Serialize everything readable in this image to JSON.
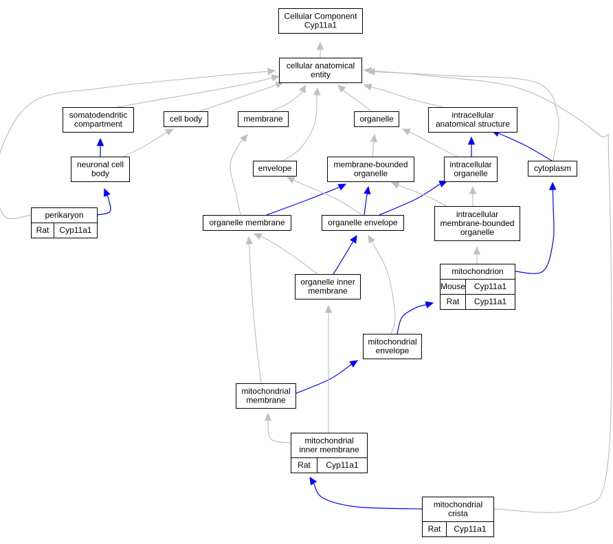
{
  "colors": {
    "is_a_edge": "#c0c0c0",
    "part_of_edge": "#0000ff",
    "rat_annotation": "#ffd700",
    "mouse_annotation": "#add8e6",
    "node_border": "#000000",
    "node_fill": "#ffffff"
  },
  "nodes": [
    {
      "id": "root",
      "lines": [
        "Cellular Component",
        "Cyp11a1"
      ]
    },
    {
      "id": "cae",
      "lines": [
        "cellular anatomical",
        "entity"
      ]
    },
    {
      "id": "somato",
      "lines": [
        "somatodendritic",
        "compartment"
      ]
    },
    {
      "id": "cellbody",
      "lines": [
        "cell body"
      ]
    },
    {
      "id": "membrane",
      "lines": [
        "membrane"
      ]
    },
    {
      "id": "organelle",
      "lines": [
        "organelle"
      ]
    },
    {
      "id": "ias",
      "lines": [
        "intracellular",
        "anatomical structure"
      ]
    },
    {
      "id": "ncb",
      "lines": [
        "neuronal cell",
        "body"
      ]
    },
    {
      "id": "envelope",
      "lines": [
        "envelope"
      ]
    },
    {
      "id": "mbo",
      "lines": [
        "membrane-bounded",
        "organelle"
      ]
    },
    {
      "id": "io",
      "lines": [
        "intracellular",
        "organelle"
      ]
    },
    {
      "id": "cytoplasm",
      "lines": [
        "cytoplasm"
      ]
    },
    {
      "id": "perikaryon",
      "lines": [
        "perikaryon"
      ],
      "annotations": [
        {
          "species": "Rat",
          "gene": "Cyp11a1"
        }
      ]
    },
    {
      "id": "om",
      "lines": [
        "organelle membrane"
      ]
    },
    {
      "id": "oe",
      "lines": [
        "organelle envelope"
      ]
    },
    {
      "id": "imbo",
      "lines": [
        "intracellular",
        "membrane-bounded",
        "organelle"
      ]
    },
    {
      "id": "mito",
      "lines": [
        "mitochondrion"
      ],
      "annotations": [
        {
          "species": "Mouse",
          "gene": "Cyp11a1"
        },
        {
          "species": "Rat",
          "gene": "Cyp11a1"
        }
      ]
    },
    {
      "id": "oim",
      "lines": [
        "organelle inner",
        "membrane"
      ]
    },
    {
      "id": "menv",
      "lines": [
        "mitochondrial",
        "envelope"
      ]
    },
    {
      "id": "mmem",
      "lines": [
        "mitochondrial",
        "membrane"
      ]
    },
    {
      "id": "mim",
      "lines": [
        "mitochondrial",
        "inner membrane"
      ],
      "annotations": [
        {
          "species": "Rat",
          "gene": "Cyp11a1"
        }
      ]
    },
    {
      "id": "mcrista",
      "lines": [
        "mitochondrial",
        "crista"
      ],
      "annotations": [
        {
          "species": "Rat",
          "gene": "Cyp11a1"
        }
      ]
    }
  ],
  "edges": [
    {
      "from": "cae",
      "to": "root",
      "relation": "is_a"
    },
    {
      "from": "somato",
      "to": "cae",
      "relation": "is_a"
    },
    {
      "from": "cellbody",
      "to": "cae",
      "relation": "is_a"
    },
    {
      "from": "membrane",
      "to": "cae",
      "relation": "is_a"
    },
    {
      "from": "organelle",
      "to": "cae",
      "relation": "is_a"
    },
    {
      "from": "ias",
      "to": "cae",
      "relation": "is_a"
    },
    {
      "from": "envelope",
      "to": "cae",
      "relation": "is_a"
    },
    {
      "from": "cytoplasm",
      "to": "cae",
      "relation": "is_a"
    },
    {
      "from": "perikaryon",
      "to": "cae",
      "relation": "is_a"
    },
    {
      "from": "mcrista",
      "to": "cae",
      "relation": "is_a"
    },
    {
      "from": "ncb",
      "to": "somato",
      "relation": "part_of"
    },
    {
      "from": "ncb",
      "to": "cellbody",
      "relation": "is_a"
    },
    {
      "from": "perikaryon",
      "to": "ncb",
      "relation": "part_of"
    },
    {
      "from": "mbo",
      "to": "organelle",
      "relation": "is_a"
    },
    {
      "from": "io",
      "to": "organelle",
      "relation": "is_a"
    },
    {
      "from": "io",
      "to": "ias",
      "relation": "part_of"
    },
    {
      "from": "cytoplasm",
      "to": "ias",
      "relation": "part_of"
    },
    {
      "from": "om",
      "to": "membrane",
      "relation": "is_a"
    },
    {
      "from": "om",
      "to": "mbo",
      "relation": "part_of"
    },
    {
      "from": "oe",
      "to": "envelope",
      "relation": "is_a"
    },
    {
      "from": "oe",
      "to": "mbo",
      "relation": "part_of"
    },
    {
      "from": "oe",
      "to": "io",
      "relation": "part_of"
    },
    {
      "from": "imbo",
      "to": "mbo",
      "relation": "is_a"
    },
    {
      "from": "imbo",
      "to": "io",
      "relation": "is_a"
    },
    {
      "from": "mito",
      "to": "imbo",
      "relation": "is_a"
    },
    {
      "from": "mito",
      "to": "cytoplasm",
      "relation": "part_of"
    },
    {
      "from": "oim",
      "to": "om",
      "relation": "is_a"
    },
    {
      "from": "oim",
      "to": "oe",
      "relation": "part_of"
    },
    {
      "from": "menv",
      "to": "oe",
      "relation": "is_a"
    },
    {
      "from": "menv",
      "to": "mito",
      "relation": "part_of"
    },
    {
      "from": "mmem",
      "to": "om",
      "relation": "is_a"
    },
    {
      "from": "mmem",
      "to": "menv",
      "relation": "part_of"
    },
    {
      "from": "mim",
      "to": "mmem",
      "relation": "is_a"
    },
    {
      "from": "mim",
      "to": "oim",
      "relation": "is_a"
    },
    {
      "from": "mcrista",
      "to": "mim",
      "relation": "part_of"
    }
  ]
}
